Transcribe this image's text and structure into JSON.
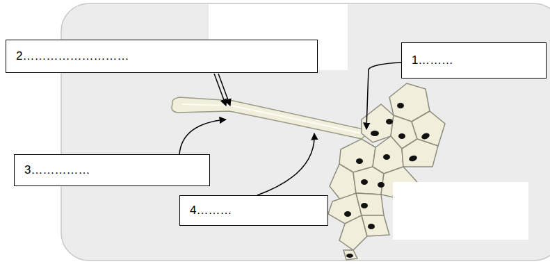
{
  "diagram": {
    "nodes": [
      {
        "text": [
          "2………………………"
        ]
      },
      {
        "text": [
          "1………"
        ]
      },
      {
        "text": [
          "3……………"
        ]
      },
      {
        "text": [
          "4………"
        ]
      }
    ]
  }
}
